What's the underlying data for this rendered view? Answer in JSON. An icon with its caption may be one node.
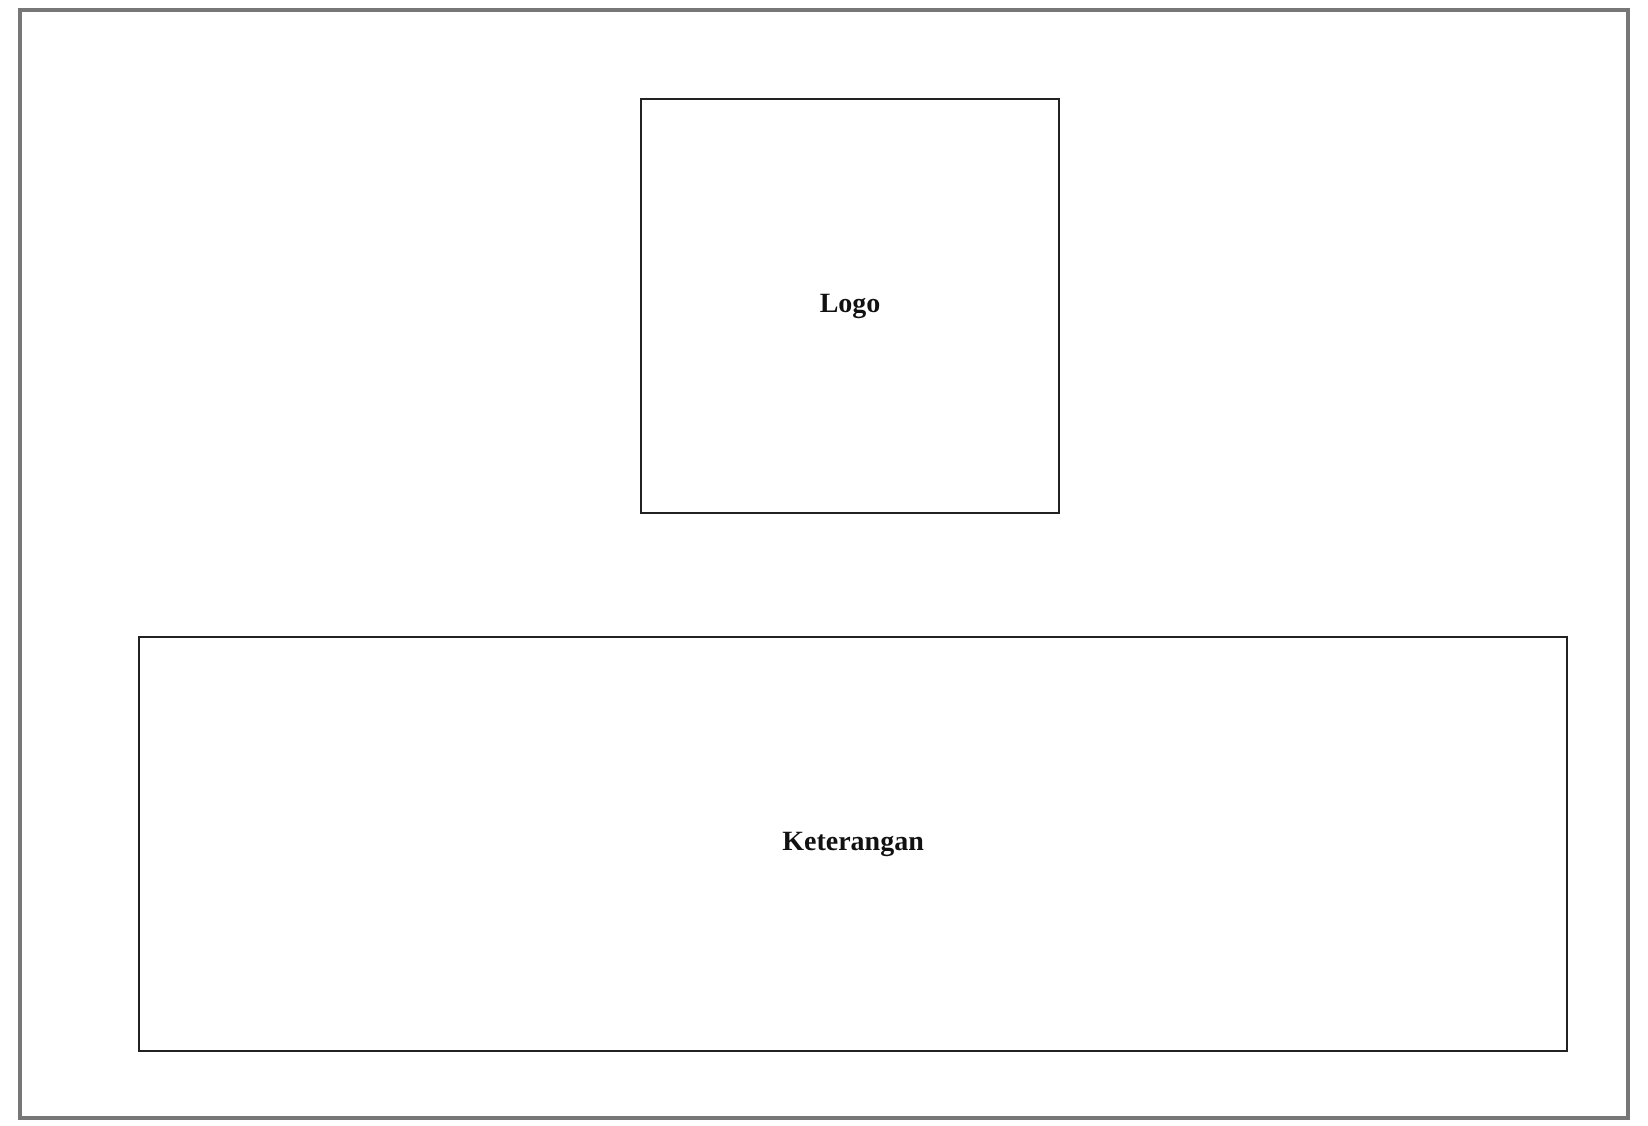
{
  "diagram": {
    "nodes": [
      {
        "text": [],
        "shape": "box"
      },
      {
        "text": [
          "Logo"
        ],
        "in": 0
      },
      {
        "text": [
          "Keterangan"
        ],
        "in": 0
      }
    ]
  }
}
